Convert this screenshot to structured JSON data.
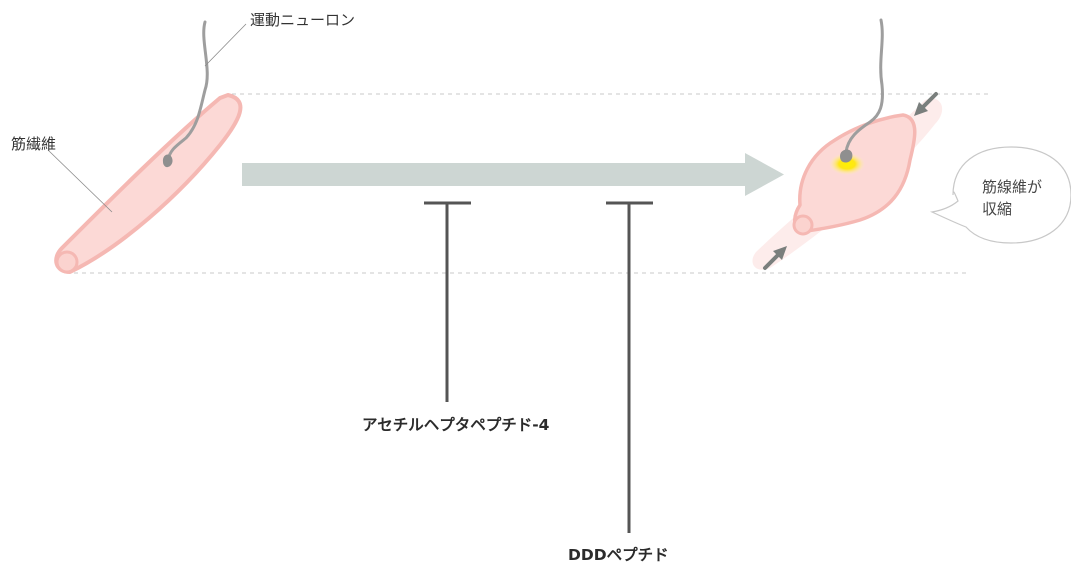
{
  "labels": {
    "motor_neuron": "運動ニューロン",
    "muscle_fiber": "筋繊維",
    "contraction_line1": "筋線維が",
    "contraction_line2": "収縮",
    "inhibitor_1": "アセチルヘプタペプチド-4",
    "inhibitor_2": "DDDペプチド"
  },
  "colors": {
    "fiber_fill": "#fcd9d6",
    "fiber_stroke": "#f5b8b3",
    "arrow": "#cdd6d3",
    "inhibitor": "#555555",
    "glow": "#ffee00",
    "neuron": "#9e9e9e",
    "small_arrow": "#7a7f7d"
  }
}
